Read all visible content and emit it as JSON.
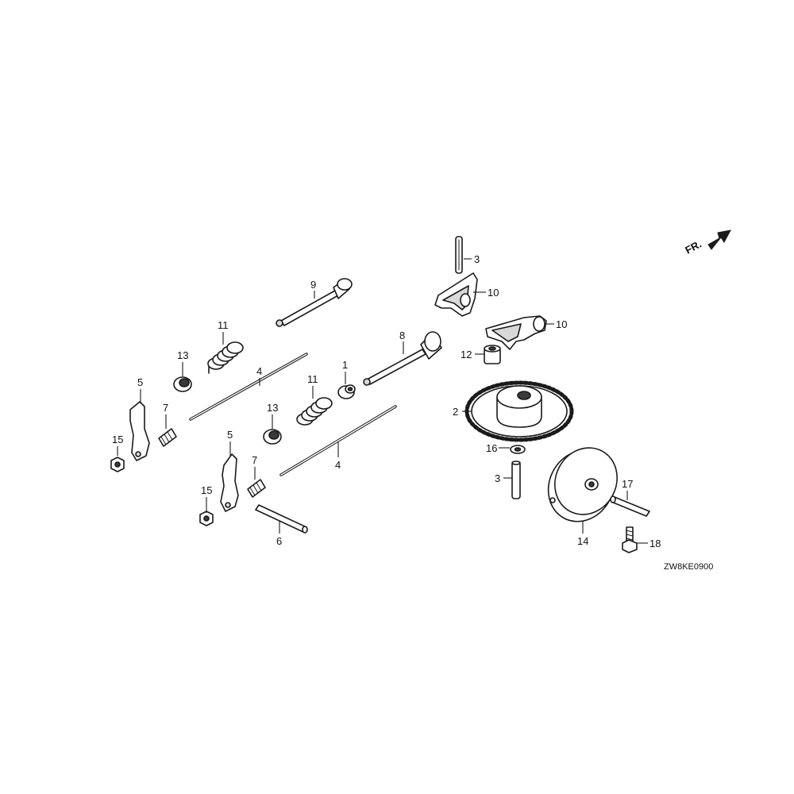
{
  "diagram": {
    "drawing_code": "ZW8KE0900",
    "direction_label": "FR.",
    "callouts": [
      {
        "id": "c-3a",
        "label": "3"
      },
      {
        "id": "c-10a",
        "label": "10"
      },
      {
        "id": "c-10b",
        "label": "10"
      },
      {
        "id": "c-9",
        "label": "9"
      },
      {
        "id": "c-8",
        "label": "8"
      },
      {
        "id": "c-12",
        "label": "12"
      },
      {
        "id": "c-11a",
        "label": "11"
      },
      {
        "id": "c-13a",
        "label": "13"
      },
      {
        "id": "c-4a",
        "label": "4"
      },
      {
        "id": "c-1",
        "label": "1"
      },
      {
        "id": "c-11b",
        "label": "11"
      },
      {
        "id": "c-5a",
        "label": "5"
      },
      {
        "id": "c-7a",
        "label": "7"
      },
      {
        "id": "c-15a",
        "label": "15"
      },
      {
        "id": "c-13b",
        "label": "13"
      },
      {
        "id": "c-2",
        "label": "2"
      },
      {
        "id": "c-16",
        "label": "16"
      },
      {
        "id": "c-4b",
        "label": "4"
      },
      {
        "id": "c-5b",
        "label": "5"
      },
      {
        "id": "c-7b",
        "label": "7"
      },
      {
        "id": "c-3b",
        "label": "3"
      },
      {
        "id": "c-17",
        "label": "17"
      },
      {
        "id": "c-15b",
        "label": "15"
      },
      {
        "id": "c-6",
        "label": "6"
      },
      {
        "id": "c-14",
        "label": "14"
      },
      {
        "id": "c-18",
        "label": "18"
      }
    ]
  }
}
